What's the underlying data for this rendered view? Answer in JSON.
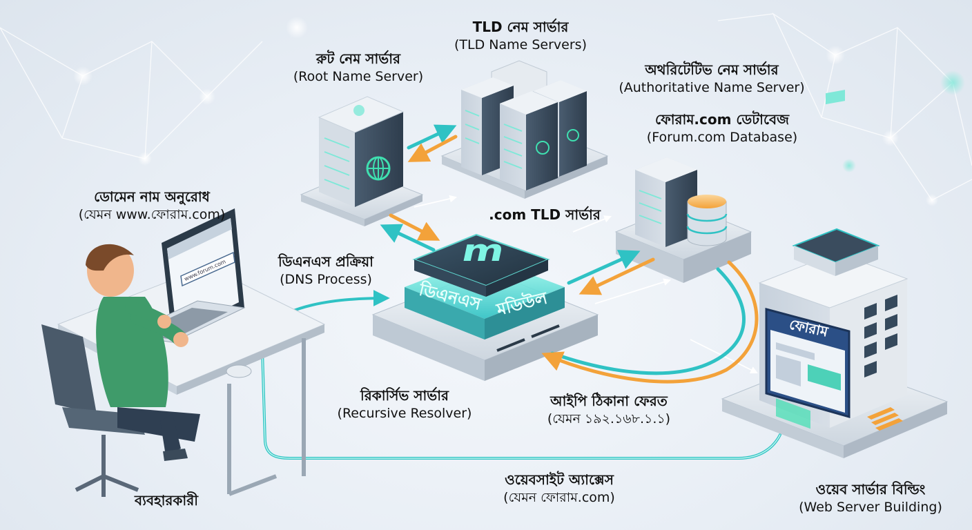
{
  "labels": {
    "root": {
      "bn": "রুট নেম সার্ভার",
      "en": "(Root Name Server)"
    },
    "tld": {
      "bn": "TLD নেম সার্ভার",
      "en": "(TLD Name Servers)"
    },
    "auth": {
      "bn": "অথরিটেটিভ নেম সার্ভার",
      "en": "(Authoritative Name Server)"
    },
    "db": {
      "bn": "ফোরাম.com ডেটাবেজ",
      "en": "(Forum.com Database)"
    },
    "request": {
      "bn": "ডোমেন নাম অনুরোধ",
      "en": "(যেমন www.ফোরাম.com)"
    },
    "com_tld": {
      "bn": ".com TLD সার্ভার"
    },
    "dns_process": {
      "bn": "ডিএনএস প্রক্রিয়া",
      "en": "(DNS Process)"
    },
    "resolver": {
      "bn": "রিকার্সিভ সার্ভার",
      "en": "(Recursive Resolver)"
    },
    "ip_return": {
      "bn": "আইপি ঠিকানা ফেরত",
      "en": "(যেমন ১৯২.১৬৮.১.১)"
    },
    "access": {
      "bn": "ওয়েবসাইট অ্যাক্সেস",
      "en": "(যেমন ফোরাম.com)"
    },
    "user": {
      "bn": "ব্যবহারকারী"
    },
    "webserver": {
      "bn": "ওয়েব সার্ভার বিল্ডিং",
      "en": "(Web Server Building)"
    }
  },
  "module": {
    "logo": "m",
    "text_left": "ডিএনএস",
    "text_right": "মডিউল"
  },
  "laptop": {
    "address": "www.forum.com"
  },
  "website": {
    "sign": "ফোরাম"
  },
  "colors": {
    "teal": "#2fc2c4",
    "orange": "#f3a23a",
    "server_dark": "#3a4c5e",
    "accent_green": "#3fe0b0"
  }
}
